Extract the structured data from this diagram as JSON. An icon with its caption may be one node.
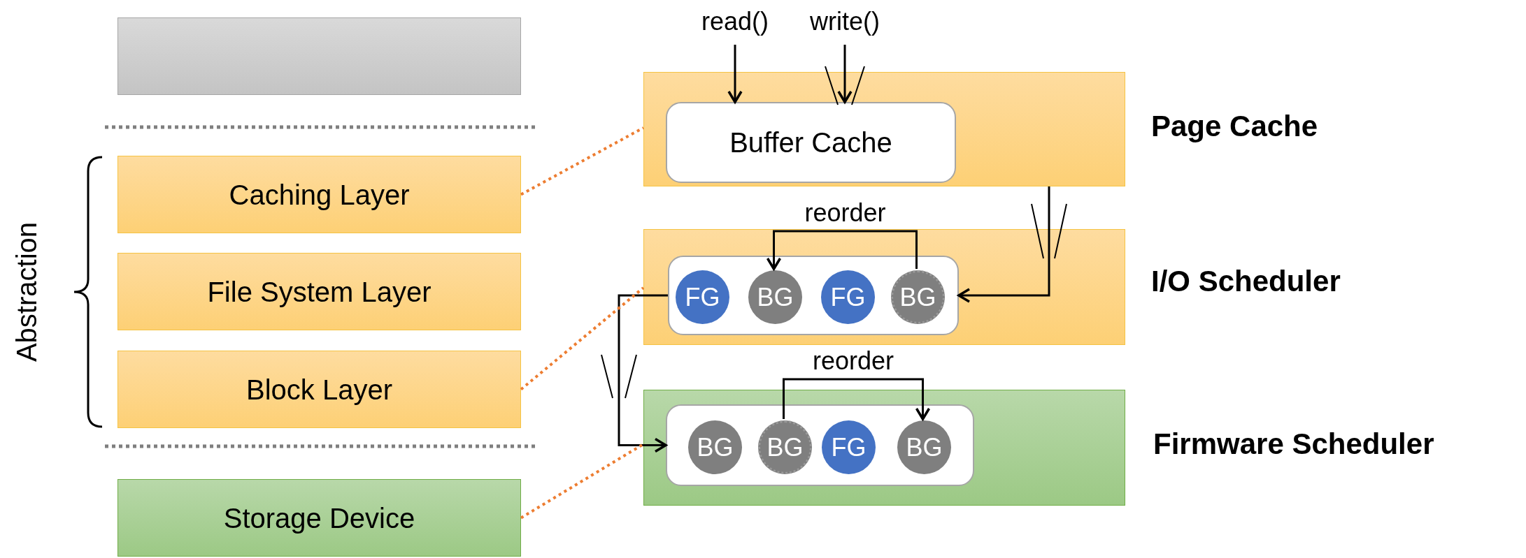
{
  "diagram": {
    "nodes": [
      {
        "text": [],
        "shape": "box"
      },
      {
        "text": [
          "read()"
        ]
      },
      {
        "text": [
          "write()"
        ]
      },
      {
        "text": [
          "Page Cache"
        ]
      },
      {
        "text": [
          "Buffer Cache"
        ],
        "in": 3
      },
      {
        "text": [
          "Caching Layer"
        ]
      },
      {
        "text": [
          "I/O Scheduler"
        ]
      },
      {
        "text": [],
        "shape": "box",
        "in": 6
      },
      {
        "text": [
          "FG"
        ],
        "in": 7
      },
      {
        "text": [
          "BG"
        ],
        "in": 7
      },
      {
        "text": [
          "FG"
        ],
        "in": 7
      },
      {
        "text": [
          "BG"
        ],
        "in": 7
      },
      {
        "text": [
          "File System Layer"
        ]
      },
      {
        "text": [
          "Block Layer"
        ]
      },
      {
        "text": [
          "Firmware Scheduler"
        ]
      },
      {
        "text": [],
        "shape": "box",
        "in": 14
      },
      {
        "text": [
          "BG"
        ],
        "in": 15
      },
      {
        "text": [
          "BG"
        ],
        "in": 15
      },
      {
        "text": [
          "FG"
        ],
        "in": 15
      },
      {
        "text": [
          "BG"
        ],
        "in": 15
      },
      {
        "text": [
          "Storage Device"
        ]
      }
    ],
    "edges": [
      {
        "from": 1,
        "to": 4,
        "arrow": "to"
      },
      {
        "from": 2,
        "to": 4,
        "arrow": "to"
      },
      {
        "from": 3,
        "to": 7,
        "arrow": "to"
      },
      {
        "from": 11,
        "to": 9,
        "arrow": "to",
        "label": "reorder"
      },
      {
        "from": 7,
        "to": 15,
        "arrow": "to"
      },
      {
        "from": 17,
        "to": 19,
        "arrow": "to",
        "label": "reorder"
      },
      {
        "from": 5,
        "to": 3,
        "arrow": "none",
        "style": "dashed",
        "color": "#ed7d31"
      },
      {
        "from": 13,
        "to": 6,
        "arrow": "none",
        "style": "dashed",
        "color": "#ed7d31"
      },
      {
        "from": 20,
        "to": 14,
        "arrow": "none",
        "style": "dashed",
        "color": "#ed7d31"
      }
    ],
    "labels": [
      "Abstraction"
    ]
  }
}
